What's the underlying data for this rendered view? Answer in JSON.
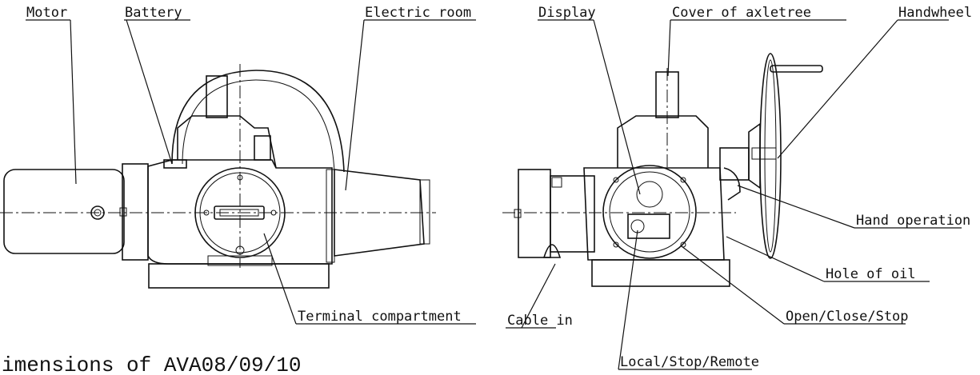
{
  "labels": {
    "motor": "Motor",
    "battery": "Battery",
    "electric_room": "Electric room",
    "terminal_compartment": "Terminal compartment",
    "display": "Display",
    "cover_of_axletree": "Cover of axletree",
    "handwheel": "Handwheel",
    "hand_operation": "Hand operation",
    "hole_of_oil": "Hole of oil",
    "open_close_stop": "Open/Close/Stop",
    "cable_in": "Cable in",
    "local_stop_remote": "Local/Stop/Remote"
  },
  "caption": "imensions of AVA08/09/10"
}
